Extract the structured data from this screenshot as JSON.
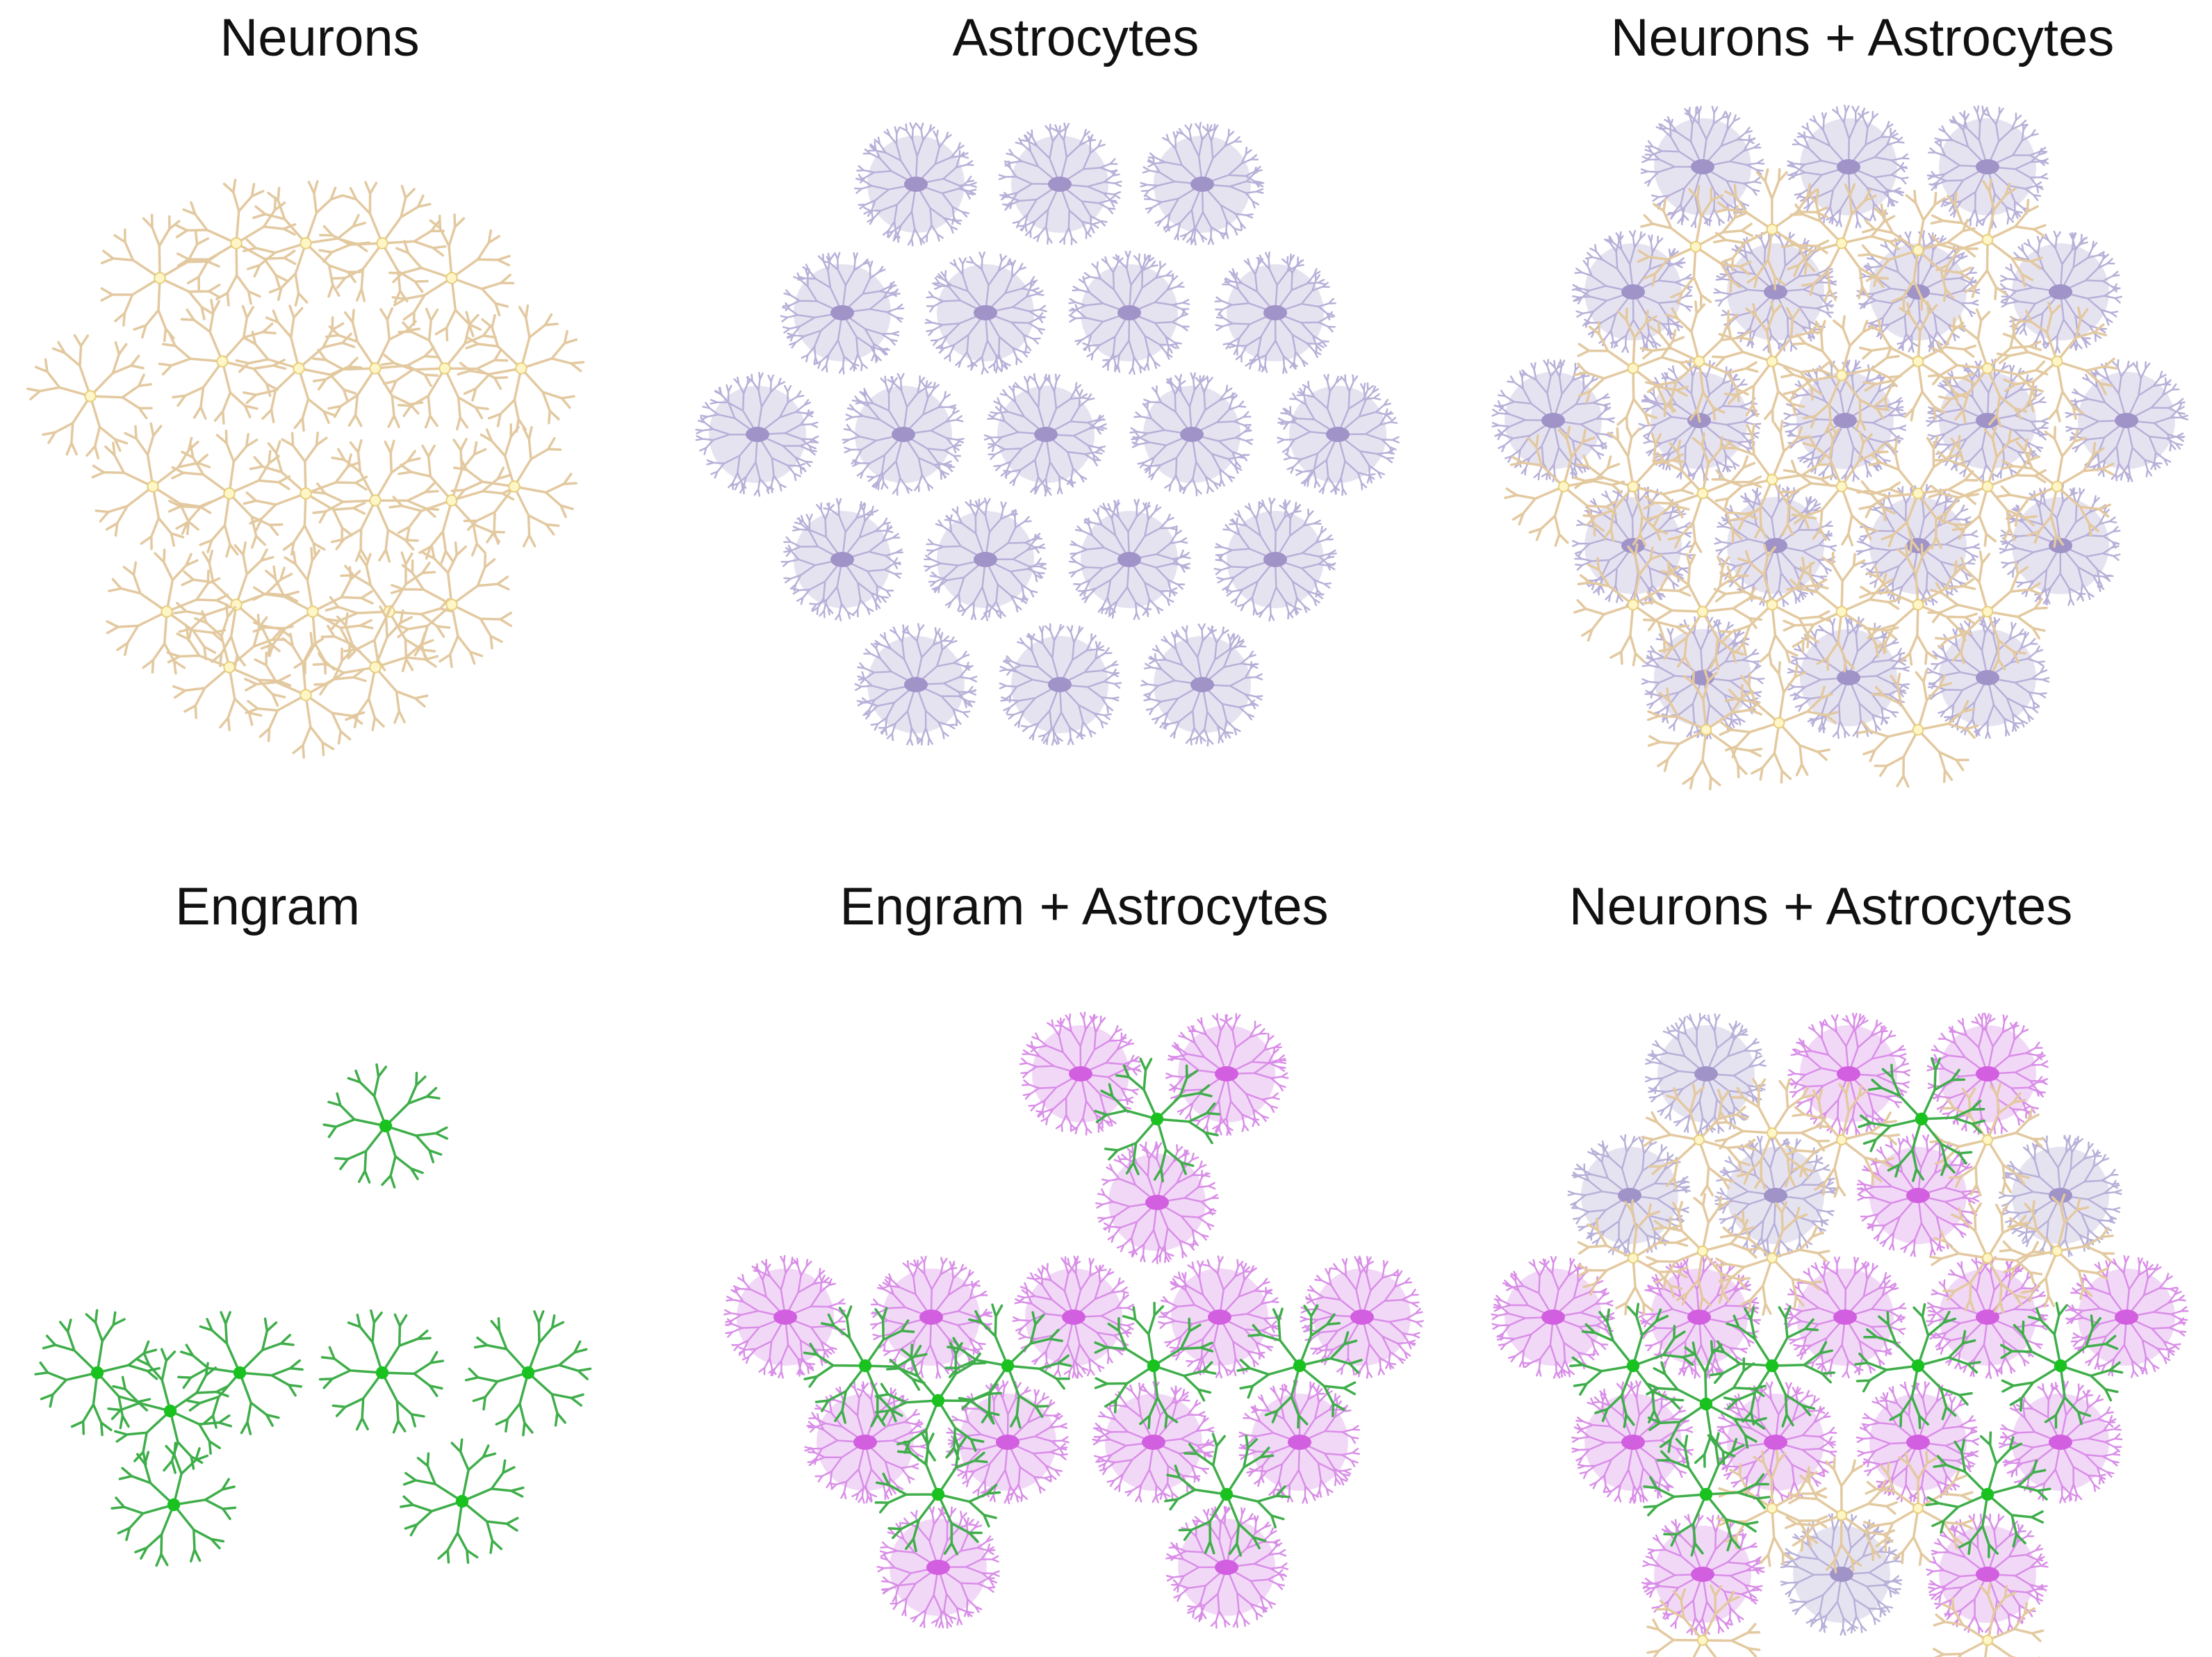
{
  "panels": [
    {
      "title": "Neurons"
    },
    {
      "title": "Astrocytes"
    },
    {
      "title": "Neurons + Astrocytes"
    },
    {
      "title": "Engram"
    },
    {
      "title": "Engram + Astrocytes"
    },
    {
      "title": "Neurons + Astrocytes"
    }
  ],
  "colors": {
    "neuron": "#e3c9a0",
    "neuron_soma": "#fff6c8",
    "astrocyte": "#b8b0d8",
    "astrocyte_soma": "#9f93c8",
    "engram_astrocyte": "#d98ee8",
    "engram_astrocyte_soma": "#d25ee0",
    "engram_neuron": "#3fae4a",
    "engram_neuron_soma": "#19c21f",
    "title_text": "#111111"
  },
  "icons": [
    "neuron-cell-icon",
    "astrocyte-cell-icon",
    "engram-neuron-icon",
    "engram-astrocyte-icon"
  ]
}
